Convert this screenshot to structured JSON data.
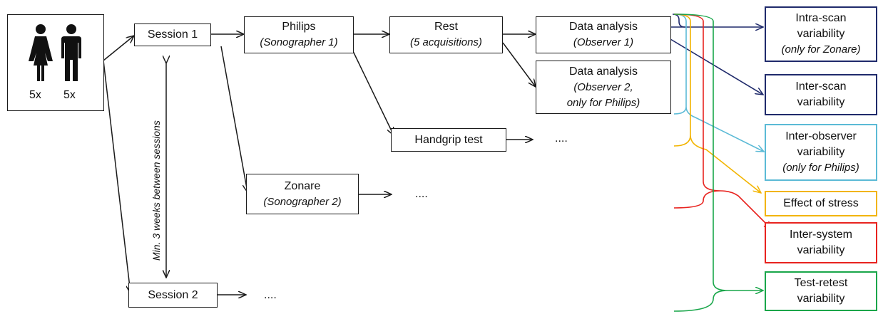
{
  "participants": {
    "female_count": "5x",
    "male_count": "5x"
  },
  "sessions": {
    "session1": "Session 1",
    "session2": "Session 2",
    "interval": "Min. 3 weeks between sessions"
  },
  "systems": {
    "philips": {
      "name": "Philips",
      "operator": "(Sonographer 1)"
    },
    "zonare": {
      "name": "Zonare",
      "operator": "(Sonographer 2)"
    }
  },
  "conditions": {
    "rest": {
      "name": "Rest",
      "detail": "(5 acquisitions)"
    },
    "handgrip": "Handgrip test"
  },
  "analysis": {
    "obs1": {
      "title": "Data analysis",
      "detail": "(Observer 1)"
    },
    "obs2": {
      "title": "Data analysis",
      "detail1": "(Observer 2,",
      "detail2": "only for Philips)"
    }
  },
  "ellipsis": "....",
  "outcomes": [
    {
      "l1": "Intra-scan",
      "l2": "variability",
      "l3": "(only for Zonare)",
      "color": "#1f2a6b"
    },
    {
      "l1": "Inter-scan",
      "l2": "variability",
      "color": "#1f2a6b"
    },
    {
      "l1": "Inter-observer",
      "l2": "variability",
      "l3": "(only for Philips)",
      "color": "#5bbad6"
    },
    {
      "l1": "Effect of stress",
      "color": "#f2b400"
    },
    {
      "l1": "Inter-system",
      "l2": "variability",
      "color": "#e8231f"
    },
    {
      "l1": "Test-retest",
      "l2": "variability",
      "color": "#19a64a"
    }
  ]
}
